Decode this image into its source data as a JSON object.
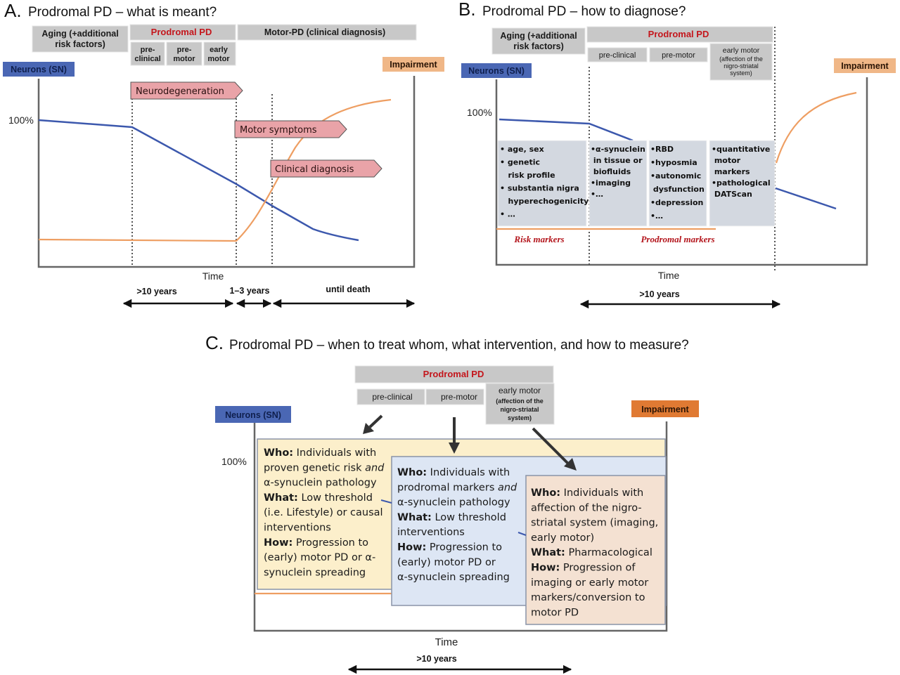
{
  "colors": {
    "neurons_blue": "#3c58ad",
    "impairment_orange": "#ee9e62",
    "impairment_label_light": "#f0b787",
    "impairment_label_dark": "#e07a33",
    "header_grey": "#c8c8c8",
    "prodromal_red": "#c4161c",
    "phase_arrow_pink": "#e9a3a8",
    "marker_box_grey": "#d3d8e0",
    "box_yellow": "#fcefcb",
    "box_blue": "#dde6f4",
    "box_peach": "#f4e1d2"
  },
  "panelA": {
    "letter": "A.",
    "title": "Prodromal PD – what is meant?",
    "headers": {
      "aging_line1": "Aging (+additional",
      "aging_line2": "risk factors)",
      "prodromal": "Prodromal PD",
      "motor_pd": "Motor-PD (clinical diagnosis)",
      "sub": [
        {
          "line1": "pre-",
          "line2": "clinical"
        },
        {
          "line1": "pre-",
          "line2": "motor"
        },
        {
          "line1": "early",
          "line2": "motor"
        }
      ]
    },
    "neurons_label": "Neurons (SN)",
    "impairment_label": "Impairment",
    "y_tick": "100%",
    "phases": [
      "Neurodegeneration",
      "Motor symptoms",
      "Clinical diagnosis"
    ],
    "x_label": "Time",
    "spans": [
      ">10 years",
      "1–3 years",
      "until death"
    ]
  },
  "panelB": {
    "letter": "B.",
    "title": "Prodromal PD – how to diagnose?",
    "headers": {
      "aging_line1": "Aging (+additional",
      "aging_line2": "risk factors)",
      "prodromal": "Prodromal PD",
      "pre_clinical": "pre-clinical",
      "pre_motor": "pre-motor",
      "early_motor": "early motor",
      "early_motor_sub1": "(affection of the",
      "early_motor_sub2": "nigro-striatal",
      "early_motor_sub3": "system)"
    },
    "neurons_label": "Neurons (SN)",
    "impairment_label": "Impairment",
    "y_tick": "100%",
    "marker_columns": [
      {
        "lines": [
          "• age, sex",
          "• genetic",
          "   risk profile",
          "• substantia nigra",
          "   hyperechogenicity",
          "• …"
        ]
      },
      {
        "lines": [
          "•α-synuclein",
          " in tissue or",
          " biofluids",
          "•imaging",
          "•…"
        ]
      },
      {
        "lines": [
          "•RBD",
          "•hyposmia",
          "•autonomic",
          " dysfunction",
          "•depression",
          "•…"
        ]
      },
      {
        "lines": [
          "•quantitative",
          " motor",
          " markers",
          "•pathological",
          " DATScan"
        ]
      }
    ],
    "risk_markers_label": "Risk markers",
    "prodromal_markers_label": "Prodromal markers",
    "x_label": "Time",
    "span": ">10 years"
  },
  "panelC": {
    "letter": "C.",
    "title": "Prodromal PD – when to treat whom, what intervention, and how to measure?",
    "headers": {
      "prodromal": "Prodromal PD",
      "pre_clinical": "pre-clinical",
      "pre_motor": "pre-motor",
      "early_motor": "early motor",
      "early_motor_sub1": "(affection of the",
      "early_motor_sub2": "nigro-striatal",
      "early_motor_sub3": "system)"
    },
    "neurons_label": "Neurons (SN)",
    "impairment_label": "Impairment",
    "y_tick": "100%",
    "boxes": [
      {
        "lines": [
          [
            {
              "t": "Who:",
              "b": true
            },
            {
              "t": " Individuals with"
            }
          ],
          [
            {
              "t": "proven genetic risk "
            },
            {
              "t": "and",
              "i": true
            }
          ],
          [
            {
              "t": "α-synuclein pathology"
            }
          ],
          [
            {
              "t": "What:",
              "b": true
            },
            {
              "t": " Low threshold"
            }
          ],
          [
            {
              "t": "(i.e. Lifestyle) or causal"
            }
          ],
          [
            {
              "t": "interventions"
            }
          ],
          [
            {
              "t": "How:",
              "b": true
            },
            {
              "t": " Progression to"
            }
          ],
          [
            {
              "t": "(early) motor PD or α-"
            }
          ],
          [
            {
              "t": "synuclein spreading"
            }
          ]
        ]
      },
      {
        "lines": [
          [
            {
              "t": "Who:",
              "b": true
            },
            {
              "t": " Individuals with"
            }
          ],
          [
            {
              "t": "prodromal markers "
            },
            {
              "t": "and",
              "i": true
            }
          ],
          [
            {
              "t": "α-synuclein pathology"
            }
          ],
          [
            {
              "t": "What:",
              "b": true
            },
            {
              "t": " Low threshold"
            }
          ],
          [
            {
              "t": "interventions"
            }
          ],
          [
            {
              "t": "How:",
              "b": true
            },
            {
              "t": " Progression to"
            }
          ],
          [
            {
              "t": "(early) motor PD or"
            }
          ],
          [
            {
              "t": "α-synuclein spreading"
            }
          ]
        ]
      },
      {
        "lines": [
          [
            {
              "t": "Who:",
              "b": true
            },
            {
              "t": " Individuals with"
            }
          ],
          [
            {
              "t": "affection of the nigro-"
            }
          ],
          [
            {
              "t": "striatal system (imaging,"
            }
          ],
          [
            {
              "t": "early motor)"
            }
          ],
          [
            {
              "t": "What:",
              "b": true
            },
            {
              "t": " Pharmacological"
            }
          ],
          [
            {
              "t": "How:",
              "b": true
            },
            {
              "t": " Progression of"
            }
          ],
          [
            {
              "t": "imaging or early motor"
            }
          ],
          [
            {
              "t": "markers/conversion to"
            }
          ],
          [
            {
              "t": "motor PD"
            }
          ]
        ]
      }
    ],
    "x_label": "Time",
    "span": ">10 years"
  }
}
